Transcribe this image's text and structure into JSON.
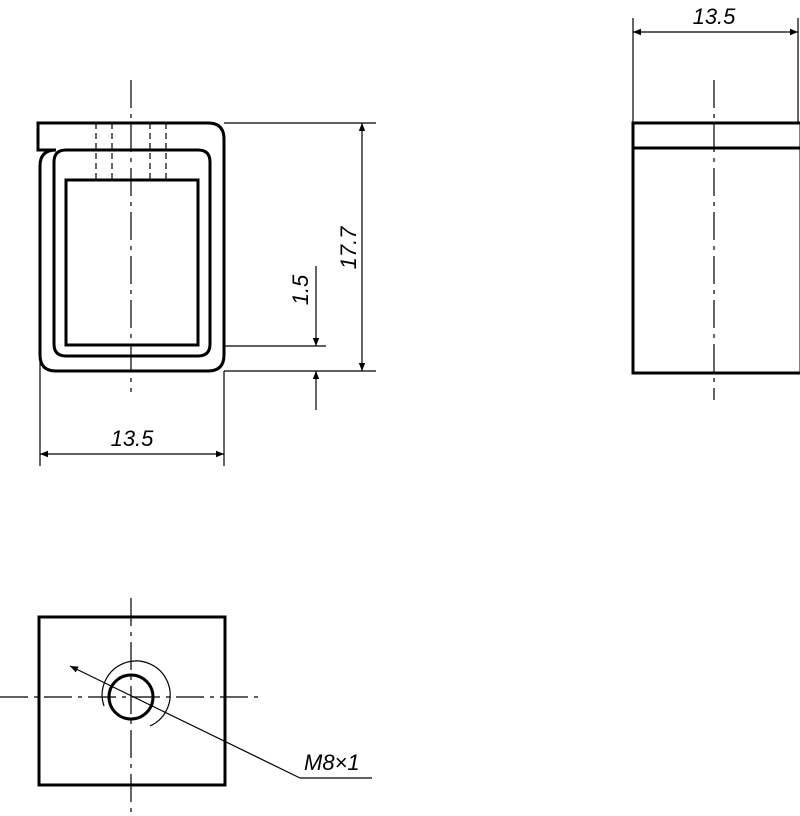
{
  "drawing": {
    "front_view": {
      "width_label": "13.5",
      "height_label": "17.7",
      "thickness_label": "1.5"
    },
    "side_view": {
      "width_label": "13.5"
    },
    "top_view": {
      "thread_label": "M8×1"
    }
  }
}
